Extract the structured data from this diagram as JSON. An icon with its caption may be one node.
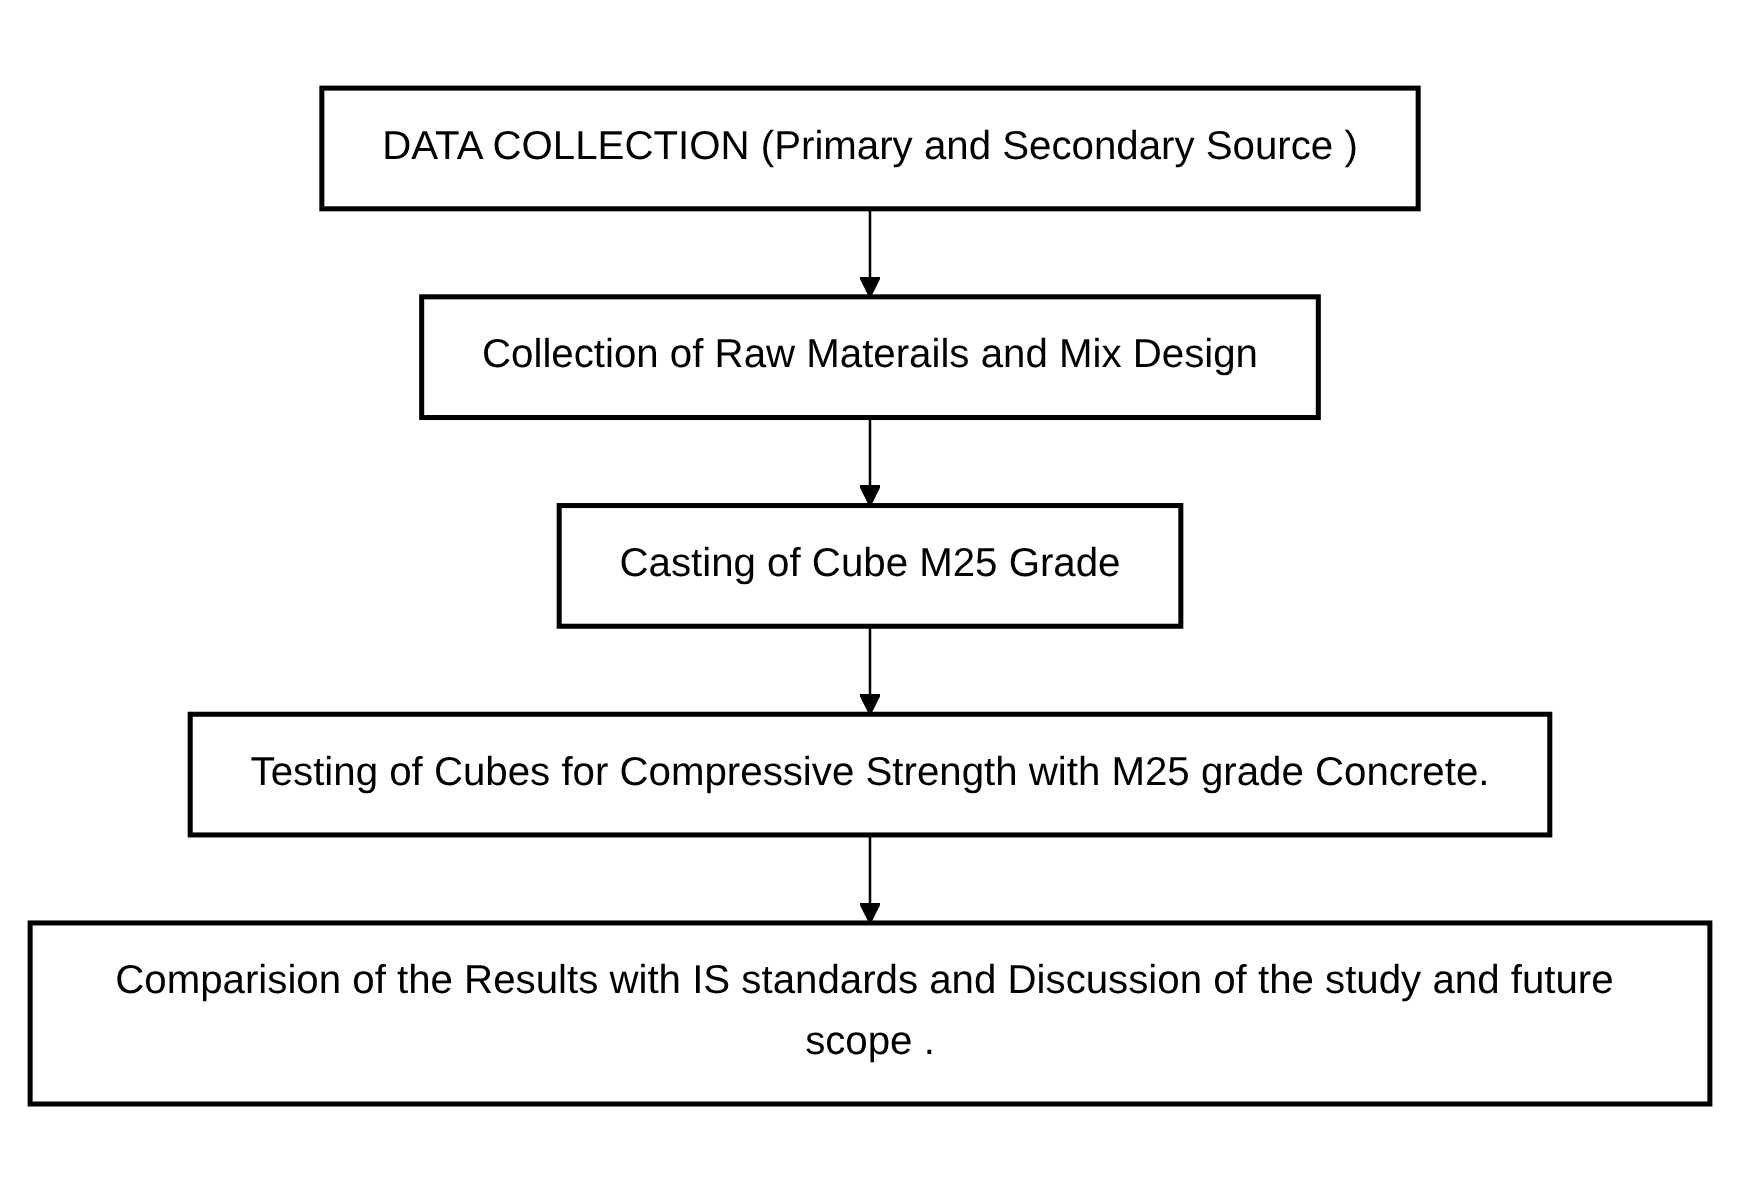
{
  "diagram": {
    "nodes": [
      {
        "text": [
          "DATA COLLECTION (Primary and Secondary Source )"
        ]
      },
      {
        "text": [
          "Collection of Raw Materails and Mix Design"
        ]
      },
      {
        "text": [
          "Casting of Cube M25 Grade"
        ]
      },
      {
        "text": [
          "Testing of Cubes for Compressive Strength with M25 grade Concrete."
        ]
      },
      {
        "text": [
          "Comparision of the Results with IS standards and Discussion of the study and future scope ."
        ]
      }
    ],
    "edges": [
      {
        "from": 0,
        "to": 1,
        "arrow": "to"
      },
      {
        "from": 1,
        "to": 2,
        "arrow": "to"
      },
      {
        "from": 2,
        "to": 3,
        "arrow": "to"
      },
      {
        "from": 3,
        "to": 4,
        "arrow": "to"
      }
    ]
  }
}
